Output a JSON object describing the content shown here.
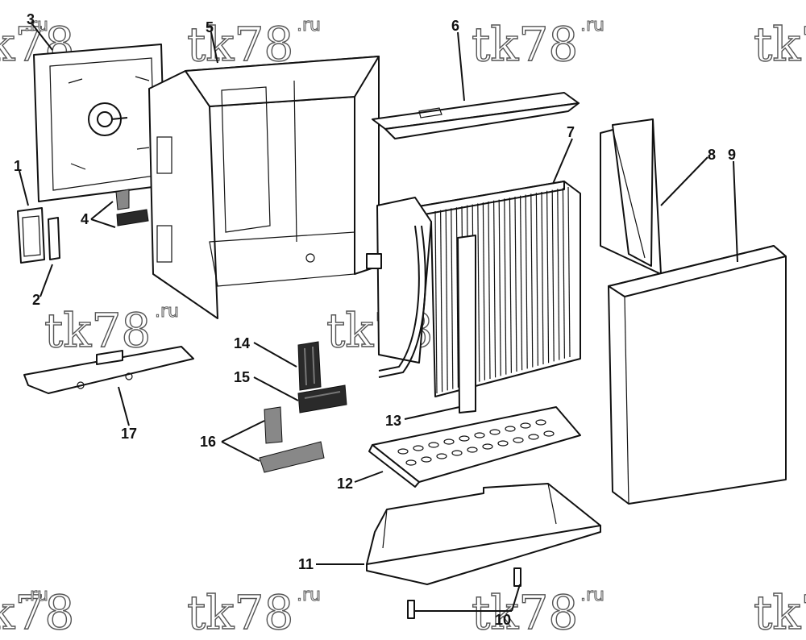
{
  "watermark": {
    "text": "tk78",
    "suffix": ".ru"
  },
  "callouts": {
    "c1": "1",
    "c2": "2",
    "c3": "3",
    "c4": "4",
    "c5": "5",
    "c6": "6",
    "c7": "7",
    "c8": "8",
    "c9": "9",
    "c10": "10",
    "c11": "11",
    "c12": "12",
    "c13": "13",
    "c14": "14",
    "c15": "15",
    "c16": "16",
    "c17": "17"
  },
  "colors": {
    "line": "#111111",
    "background": "#ffffff",
    "watermark_outline": "#555555"
  }
}
